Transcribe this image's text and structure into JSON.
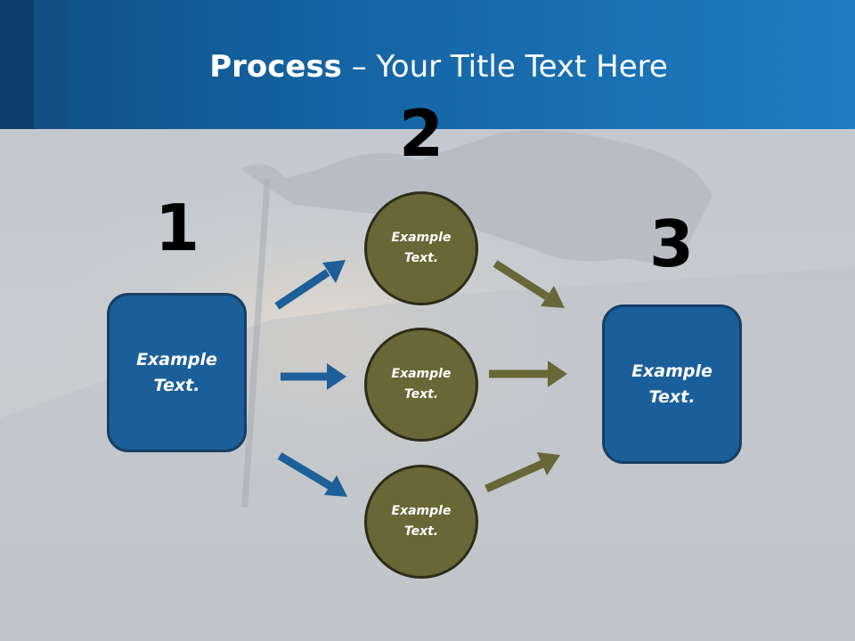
{
  "title": {
    "bold": "Process",
    "rest": " – Your Title Text Here"
  },
  "steps": [
    {
      "number": "1",
      "text": [
        "Example",
        "Text."
      ]
    },
    {
      "number": "2",
      "nodes": [
        {
          "text": [
            "Example",
            "Text."
          ]
        },
        {
          "text": [
            "Example",
            "Text."
          ]
        },
        {
          "text": [
            "Example",
            "Text."
          ]
        }
      ]
    },
    {
      "number": "3",
      "text": [
        "Example",
        "Text."
      ]
    }
  ],
  "colors": {
    "header": "#1f7cc1",
    "box_fill": "#1a5f99",
    "circle_fill": "#676737",
    "blue_arrow": "#1d5f98",
    "olive_arrow": "#676737"
  }
}
